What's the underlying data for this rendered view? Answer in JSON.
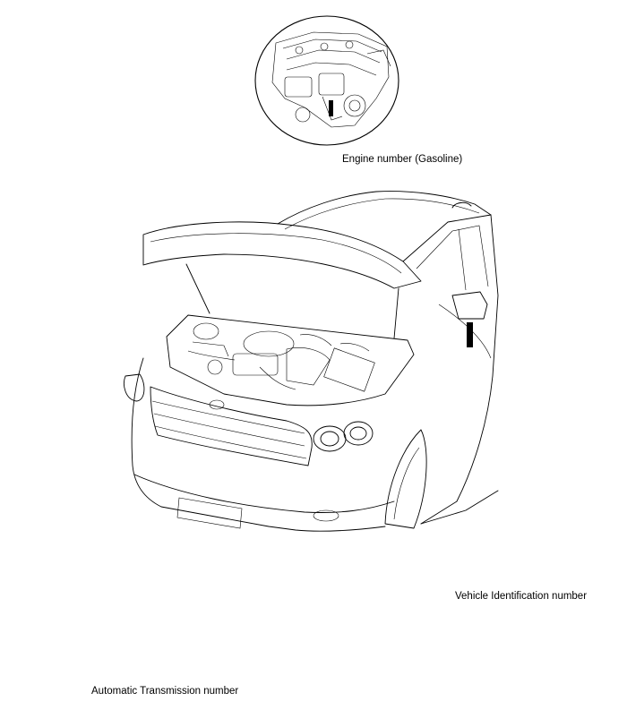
{
  "callouts": {
    "engine": {
      "label": "Engine number (Gasoline)"
    },
    "transmission": {
      "label": "Automatic Transmission number"
    },
    "vin": {
      "label": "Vehicle Identification number"
    }
  }
}
